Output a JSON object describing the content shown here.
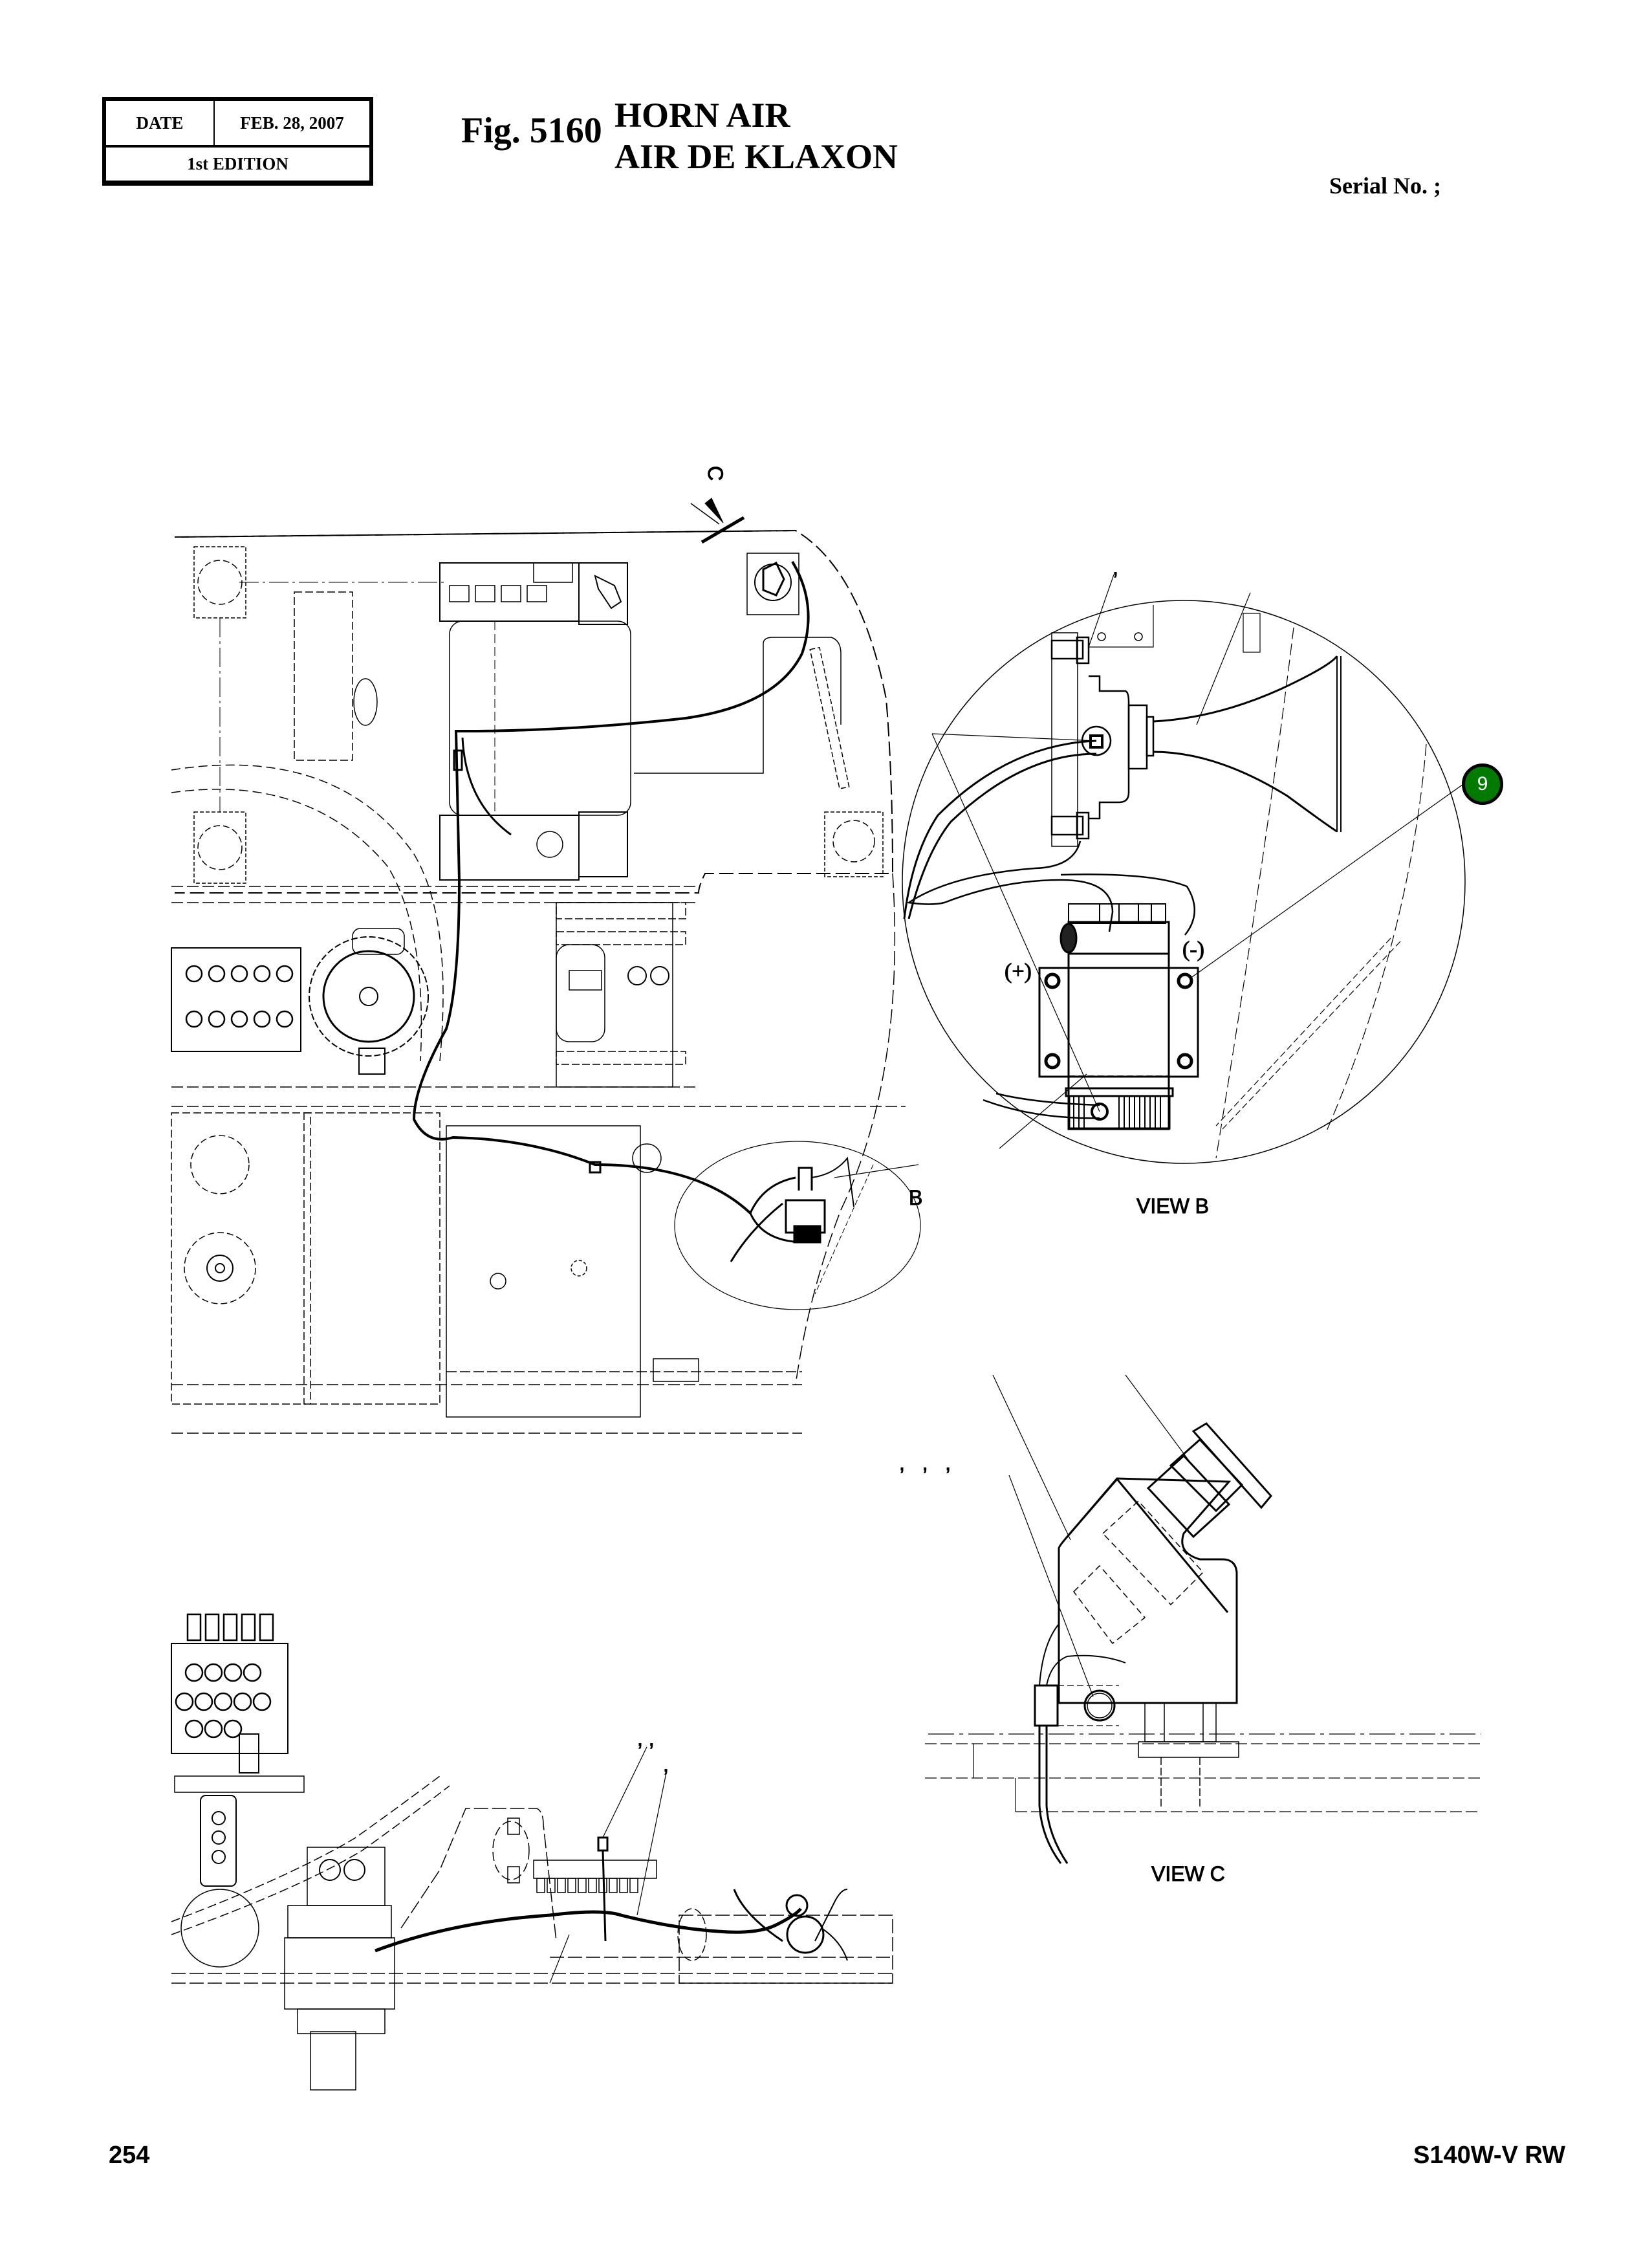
{
  "header": {
    "date_label": "DATE",
    "date_value": "FEB. 28, 2007",
    "edition": "1st EDITION",
    "fig_number": "Fig. 5160",
    "title_en": "HORN AIR",
    "title_fr": "AIR DE KLAXON",
    "serial": "Serial No. ;"
  },
  "drawing": {
    "section_marker": "C",
    "detail_marker": "B",
    "view_b_label": "VIEW B",
    "view_c_label": "VIEW C",
    "polarity_plus": "(+)",
    "polarity_minus": "(-)",
    "callout_commas_view_b": ",",
    "callout_commas_view_c": ",   ,   ,",
    "callout_commas_side_1": ", ,",
    "callout_commas_side_2": ",",
    "callouts": [
      {
        "number": "9",
        "color": "#007b00",
        "text_color": "#ffffff"
      }
    ]
  },
  "footer": {
    "page_number": "254",
    "model": "S140W-V RW"
  }
}
